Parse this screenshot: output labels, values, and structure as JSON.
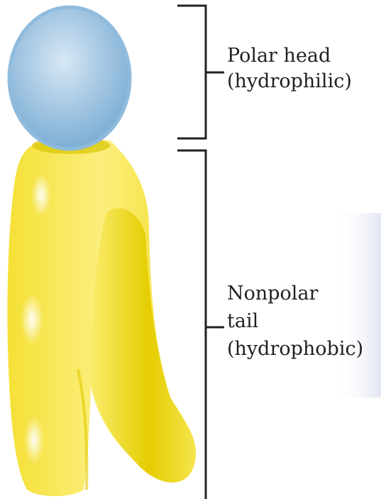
{
  "colors": {
    "head_fill": "#a9cbe6",
    "head_rim": "#7fb0d6",
    "tail_fill": "#f6e64a",
    "tail_shadow": "#e8cf00",
    "bracket": "#231f20",
    "text": "#231f20"
  },
  "labels": {
    "head": {
      "line1": "Polar head",
      "line2": "(hydrophilic)"
    },
    "tail": {
      "line1": "Nonpolar",
      "line2": "tail",
      "line3": "(hydrophobic)"
    }
  }
}
